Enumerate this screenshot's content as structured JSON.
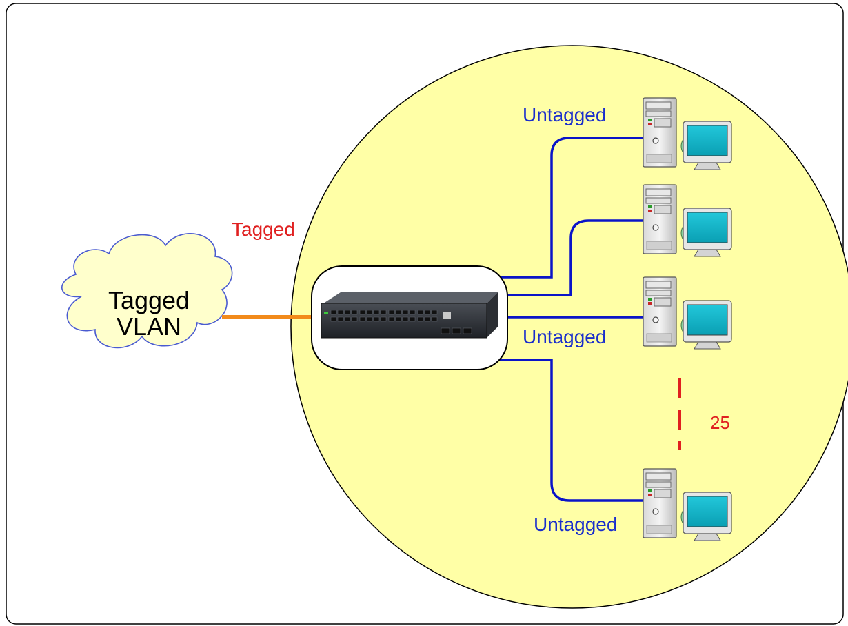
{
  "cloud": {
    "line1": "Tagged",
    "line2": "VLAN"
  },
  "labels": {
    "uplink": "Tagged",
    "pc1": "Untagged",
    "pc3": "Untagged",
    "pc4": "Untagged",
    "count": "25"
  },
  "colors": {
    "vlan_zone": "#FFFFA6",
    "cloud_fill": "#FFFFCC",
    "cloud_stroke": "#4A5BD0",
    "tagged_link": "#F28A1A",
    "untagged_link": "#0A14C8",
    "tagged_text": "#E02020",
    "untagged_text": "#1A2ECC",
    "count_text": "#E02020",
    "monitor_screen": "#0FB5C9"
  },
  "icons": {
    "switch": "network-switch-icon",
    "computer": "desktop-computer-icon",
    "cloud": "cloud-icon"
  }
}
